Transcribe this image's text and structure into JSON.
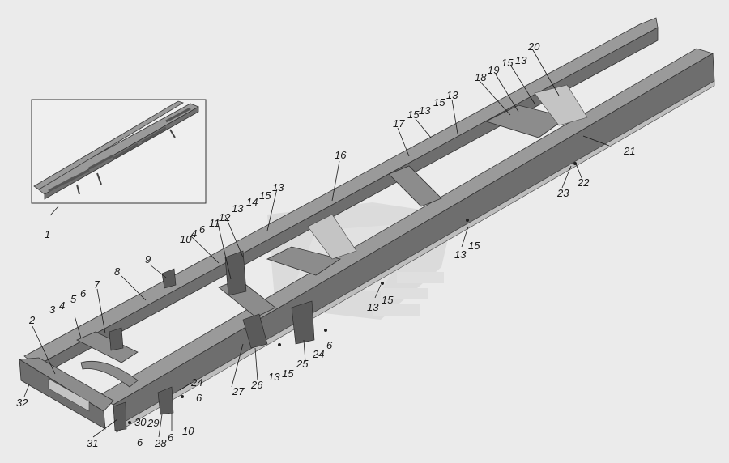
{
  "callouts": [
    {
      "id": "c1",
      "text": "1"
    },
    {
      "id": "c2",
      "text": "2"
    },
    {
      "id": "c3",
      "text": "3"
    },
    {
      "id": "c4a",
      "text": "4"
    },
    {
      "id": "c5",
      "text": "5"
    },
    {
      "id": "c6a",
      "text": "6"
    },
    {
      "id": "c7",
      "text": "7"
    },
    {
      "id": "c8",
      "text": "8"
    },
    {
      "id": "c9",
      "text": "9"
    },
    {
      "id": "c10a",
      "text": "10"
    },
    {
      "id": "c4b",
      "text": "4"
    },
    {
      "id": "c6b",
      "text": "6"
    },
    {
      "id": "c11",
      "text": "11"
    },
    {
      "id": "c12",
      "text": "12"
    },
    {
      "id": "c13a",
      "text": "13"
    },
    {
      "id": "c14",
      "text": "14"
    },
    {
      "id": "c15a",
      "text": "15"
    },
    {
      "id": "c13b",
      "text": "13"
    },
    {
      "id": "c16",
      "text": "16"
    },
    {
      "id": "c17",
      "text": "17"
    },
    {
      "id": "c15b",
      "text": "15"
    },
    {
      "id": "c13c",
      "text": "13"
    },
    {
      "id": "c15c",
      "text": "15"
    },
    {
      "id": "c13d",
      "text": "13"
    },
    {
      "id": "c18",
      "text": "18"
    },
    {
      "id": "c19",
      "text": "19"
    },
    {
      "id": "c15d",
      "text": "15"
    },
    {
      "id": "c20",
      "text": "20"
    },
    {
      "id": "c13e",
      "text": "13"
    },
    {
      "id": "c21",
      "text": "21"
    },
    {
      "id": "c22",
      "text": "22"
    },
    {
      "id": "c23",
      "text": "23"
    },
    {
      "id": "c13f",
      "text": "13"
    },
    {
      "id": "c15e",
      "text": "15"
    },
    {
      "id": "c13g",
      "text": "13"
    },
    {
      "id": "c15f",
      "text": "15"
    },
    {
      "id": "c24a",
      "text": "24"
    },
    {
      "id": "c6c",
      "text": "6"
    },
    {
      "id": "c25",
      "text": "25"
    },
    {
      "id": "c15g",
      "text": "15"
    },
    {
      "id": "c13h",
      "text": "13"
    },
    {
      "id": "c26",
      "text": "26"
    },
    {
      "id": "c27",
      "text": "27"
    },
    {
      "id": "c24b",
      "text": "24"
    },
    {
      "id": "c6d",
      "text": "6"
    },
    {
      "id": "c10b",
      "text": "10"
    },
    {
      "id": "c6e",
      "text": "6"
    },
    {
      "id": "c28",
      "text": "28"
    },
    {
      "id": "c29",
      "text": "29"
    },
    {
      "id": "c30",
      "text": "30"
    },
    {
      "id": "c6f",
      "text": "6"
    },
    {
      "id": "c31",
      "text": "31"
    },
    {
      "id": "c32",
      "text": "32"
    }
  ]
}
